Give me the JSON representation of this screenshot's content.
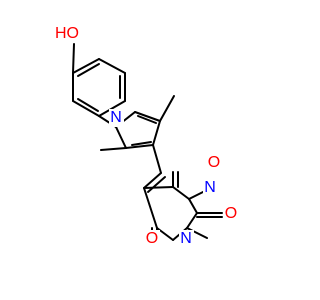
{
  "colors": {
    "bond": "#000000",
    "oxygen": "#ff0000",
    "nitrogen": "#0000ff",
    "background": "#ffffff"
  },
  "atoms": {
    "hydroxyl": "HO",
    "pyrrole_n": "N",
    "carbonyl_o_top": "O",
    "imide_n_top": "N",
    "carbonyl_o_right": "O",
    "imide_n_bottom": "N",
    "carbonyl_o_left": "O"
  }
}
